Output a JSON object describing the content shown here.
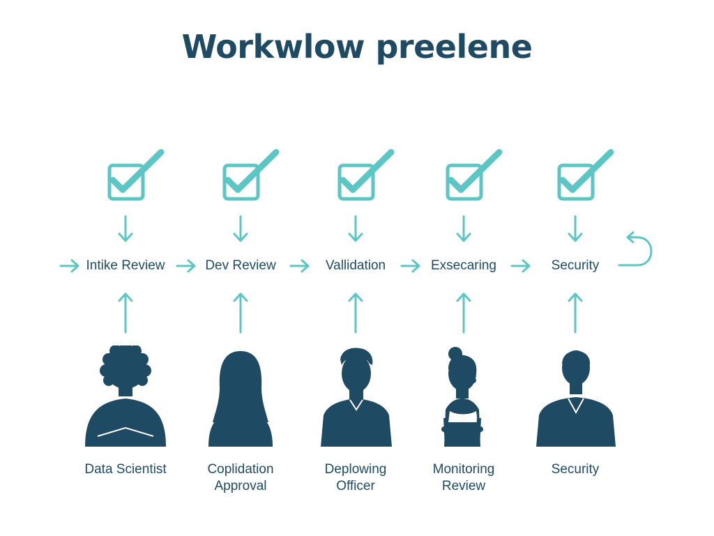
{
  "title": "Workwlow preelene",
  "colors": {
    "accent": "#5cc6c4",
    "dark": "#1e4a64",
    "background": "#ffffff"
  },
  "steps": [
    {
      "label": "Intike Review",
      "role_lines": [
        "Data Scientist"
      ],
      "check_icon": "checkbox-check-icon",
      "person_icon": "person-curly-hair-icon"
    },
    {
      "label": "Dev Review",
      "role_lines": [
        "Coplidation",
        "Approval"
      ],
      "check_icon": "checkbox-check-icon",
      "person_icon": "person-long-hair-icon"
    },
    {
      "label": "Vallidation",
      "role_lines": [
        "Deplowing",
        "Officer"
      ],
      "check_icon": "checkbox-check-icon",
      "person_icon": "person-short-hair-icon"
    },
    {
      "label": "Exsecaring",
      "role_lines": [
        "Monitoring",
        "Review"
      ],
      "check_icon": "checkbox-check-icon",
      "person_icon": "person-bun-hair-icon"
    },
    {
      "label": "Security",
      "role_lines": [
        "Security"
      ],
      "check_icon": "checkbox-check-icon",
      "person_icon": "person-suit-icon"
    }
  ],
  "flow": {
    "arrow_icon": "arrow-right-icon",
    "loop_icon": "loop-back-arrow-icon"
  }
}
